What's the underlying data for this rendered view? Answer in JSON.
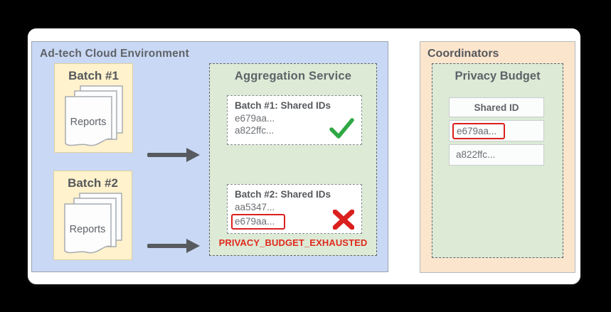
{
  "adtech": {
    "label": "Ad-tech Cloud Environment",
    "batch1": {
      "title": "Batch #1",
      "doc_label": "Reports"
    },
    "batch2": {
      "title": "Batch #2",
      "doc_label": "Reports"
    },
    "aggregation": {
      "title": "Aggregation Service",
      "result1": {
        "title": "Batch #1: Shared IDs",
        "id1": "e679aa...",
        "id2": "a822ffc...",
        "status": "success"
      },
      "result2": {
        "title": "Batch #2: Shared IDs",
        "id1": "aa5347...",
        "id2": "e679aa...",
        "status": "error",
        "error": "PRIVACY_BUDGET_EXHAUSTED"
      }
    }
  },
  "coordinators": {
    "label": "Coordinators",
    "privacy_budget": {
      "title": "Privacy Budget",
      "table": {
        "header": "Shared ID",
        "row1": "e679aa...",
        "row2": "a822ffc..."
      }
    }
  },
  "colors": {
    "environment_fill": "#c9d8f4",
    "batch_fill": "#fff2cc",
    "service_fill": "#dcead6",
    "coordinators_fill": "#fce5cd",
    "success_green": "#2fa844",
    "error_red": "#da201e",
    "arrow_gray": "#575b60",
    "text_gray": "#5f6368"
  }
}
